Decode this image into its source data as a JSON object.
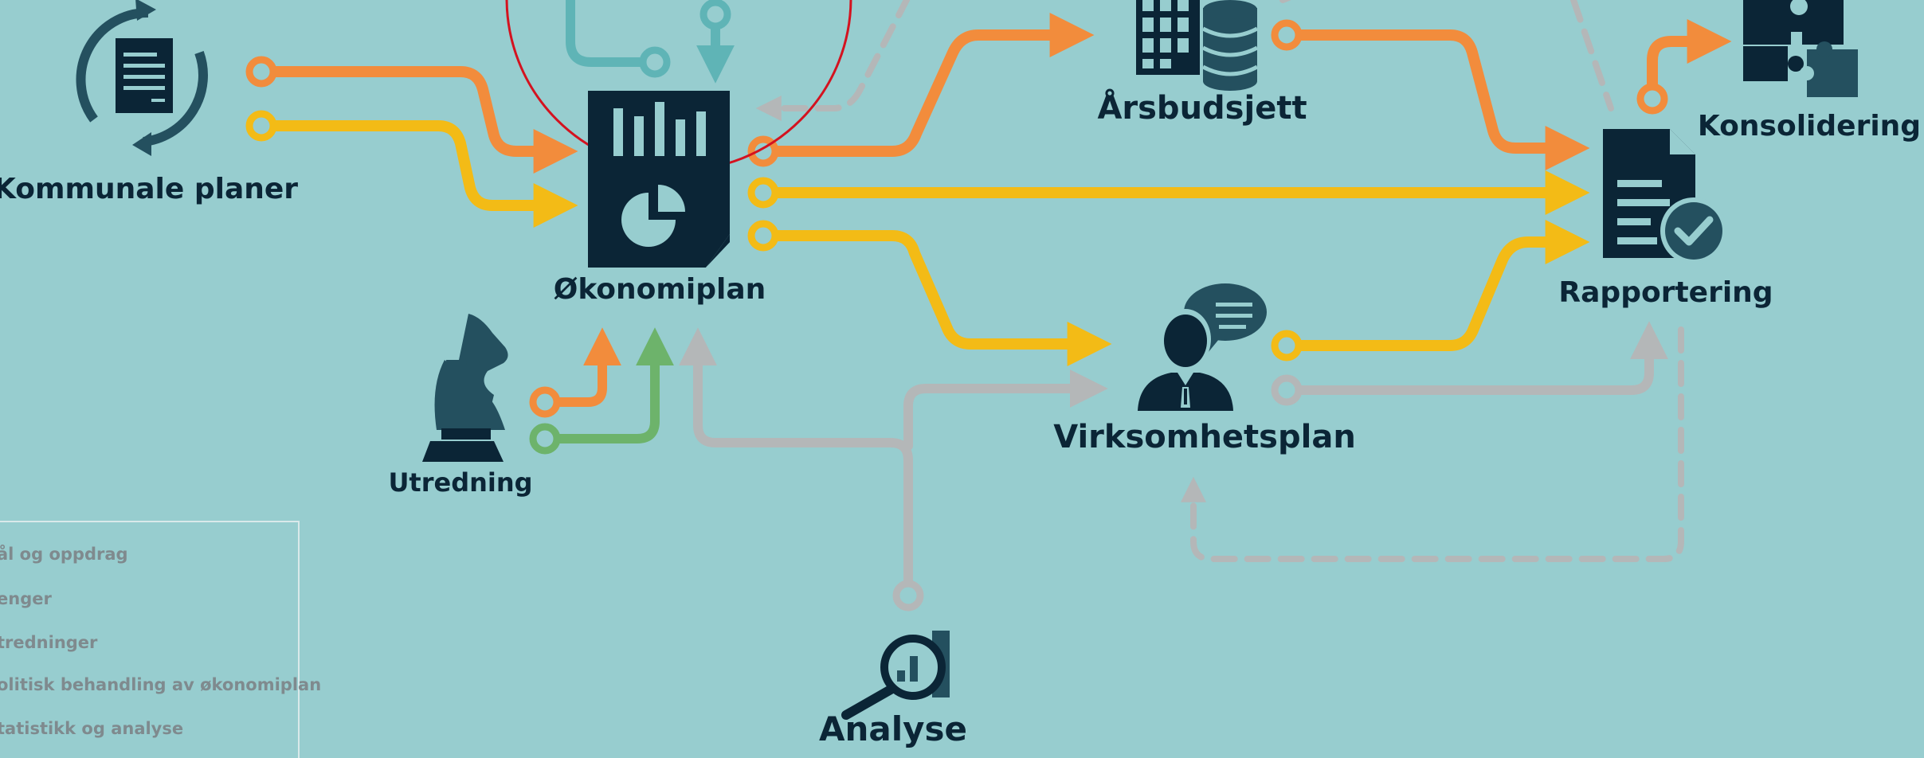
{
  "nodes": {
    "kommunale_planer": "Kommunale planer",
    "okonomiplan": "Økonomiplan",
    "arsbudsjett": "Årsbudsjett",
    "rapportering": "Rapportering",
    "konsolidering": "Konsolidering",
    "utredning": "Utredning",
    "virksomhetsplan": "Virksomhetsplan",
    "analyse": "Analyse"
  },
  "legend": [
    "ål og oppdrag",
    "enger",
    "tredninger",
    "olitisk behandling av økonomiplan",
    "tatistikk og analyse"
  ],
  "colors": {
    "background": "#97cdcf",
    "orange": "#f28c3c",
    "yellow": "#f3bb16",
    "green": "#6db36b",
    "grey": "#b4b7b8",
    "teal": "#5fb4b6",
    "icon_dark": "#0b2536",
    "icon_mid": "#24505f",
    "highlight_circle": "#d4121f"
  }
}
